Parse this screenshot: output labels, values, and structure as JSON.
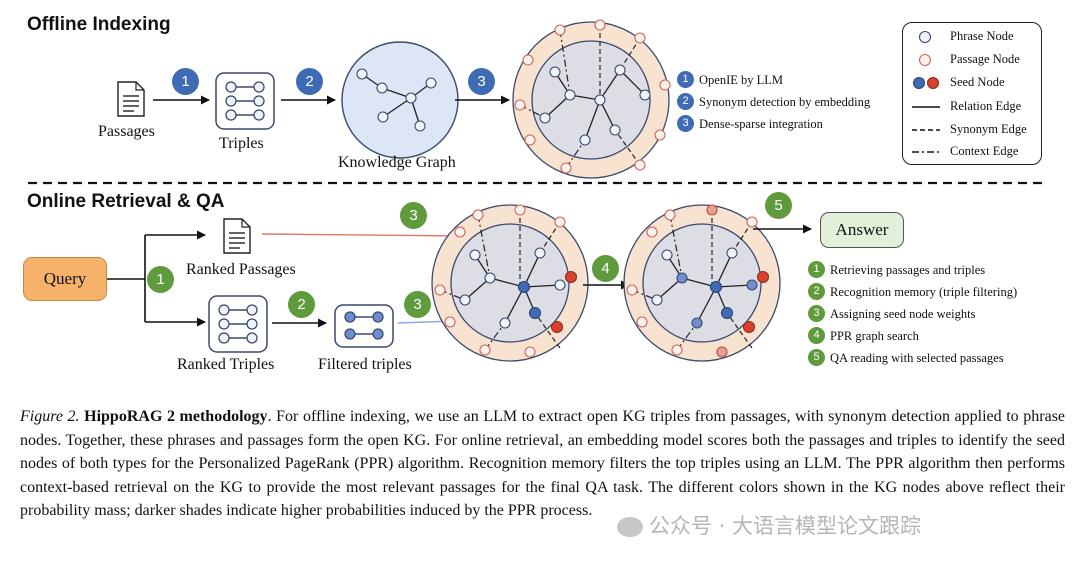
{
  "sections": {
    "offline": "Offline Indexing",
    "online": "Online Retrieval & QA"
  },
  "labels": {
    "passages": "Passages",
    "triples": "Triples",
    "knowledge_graph": "Knowledge Graph",
    "query": "Query",
    "ranked_passages": "Ranked Passages",
    "ranked_triples": "Ranked Triples",
    "filtered_triples": "Filtered triples",
    "answer": "Answer"
  },
  "legend": {
    "phrase_node": "Phrase Node",
    "passage_node": "Passage Node",
    "seed_node": "Seed Node",
    "relation_edge": "Relation Edge",
    "synonym_edge": "Synonym Edge",
    "context_edge": "Context Edge"
  },
  "offline_steps": [
    {
      "num": "1",
      "text": "OpenIE by LLM"
    },
    {
      "num": "2",
      "text": "Synonym detection by embedding"
    },
    {
      "num": "3",
      "text": "Dense-sparse integration"
    }
  ],
  "online_steps": [
    {
      "num": "1",
      "text": "Retrieving passages and triples"
    },
    {
      "num": "2",
      "text": "Recognition memory (triple filtering)"
    },
    {
      "num": "3",
      "text": "Assigning seed node weights"
    },
    {
      "num": "4",
      "text": "PPR graph search"
    },
    {
      "num": "5",
      "text": "QA reading with selected passages"
    }
  ],
  "badges": {
    "off1": "1",
    "off2": "2",
    "off3": "3",
    "on1": "1",
    "on2": "2",
    "on3a": "3",
    "on3b": "3",
    "on4": "4",
    "on5": "5"
  },
  "caption": {
    "figure_label": "Figure 2.",
    "title": "HippoRAG 2 methodology",
    "text": ". For offline indexing, we use an LLM to extract open KG triples from passages, with synonym detection applied to phrase nodes. Together, these phrases and passages form the open KG. For online retrieval, an embedding model scores both the passages and triples to identify the seed nodes of both types for the Personalized PageRank (PPR) algorithm. Recognition memory filters the top triples using an LLM. The PPR algorithm then performs context-based retrieval on the KG to provide the most relevant passages for the final QA task. The different colors shown in the KG nodes above reflect their probability mass; darker shades indicate higher probabilities induced by the PPR process."
  },
  "watermark": "公众号 · 大语言模型论文跟踪",
  "colors": {
    "badge_blue": "#3f6bb5",
    "badge_green": "#5f9a3c",
    "query_fill": "#f6b26b",
    "answer_fill": "#e2f0d9",
    "outer_ring": "#f8e3d1",
    "inner_disc": "#dcdde5",
    "kg_fill": "#dde6f5",
    "seed_red": "#d9412f",
    "seed_blue": "#3f6bb5"
  }
}
